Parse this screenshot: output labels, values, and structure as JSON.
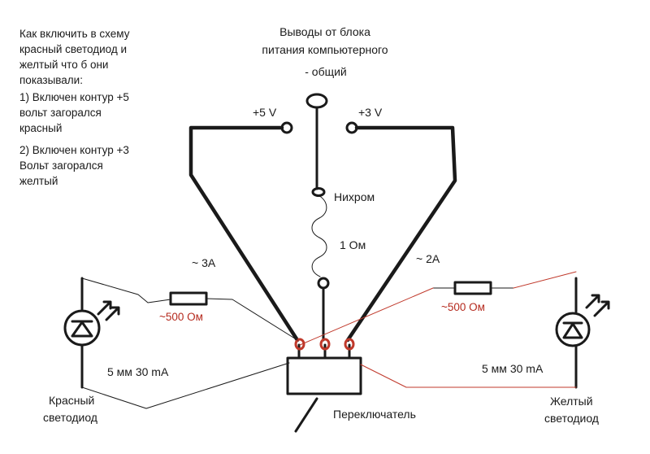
{
  "note": {
    "lines": [
      "Как включить в схему",
      "красный светодиод и",
      "желтый что б они",
      "показывали:",
      "1) Включен контур +5",
      "вольт загорался",
      "красный",
      "2) Включен контур +3",
      "Вольт загорался",
      "желтый"
    ]
  },
  "title": {
    "line1": "Выводы от блока",
    "line2": "питания компьютерного",
    "line3": "- общий"
  },
  "labels": {
    "plus5": "+5 V",
    "plus3": "+3 V",
    "nichrome": "Нихром",
    "ohm1": "1 Ом",
    "current_left": "~ 3А",
    "current_right": "~ 2А",
    "res_left": "~500 Ом",
    "res_right": "~500 Ом",
    "led_left_spec": "5 мм 30 mA",
    "led_right_spec": "5 мм 30 mA",
    "led_left_name_1": "Красный",
    "led_left_name_2": "светодиод",
    "led_right_name_1": "Желтый",
    "led_right_name_2": "светодиод",
    "switch": "Переключатель"
  },
  "colors": {
    "ink": "#1a1a1a",
    "red_wire": "#c0392b",
    "red_text": "#b52a1e"
  }
}
